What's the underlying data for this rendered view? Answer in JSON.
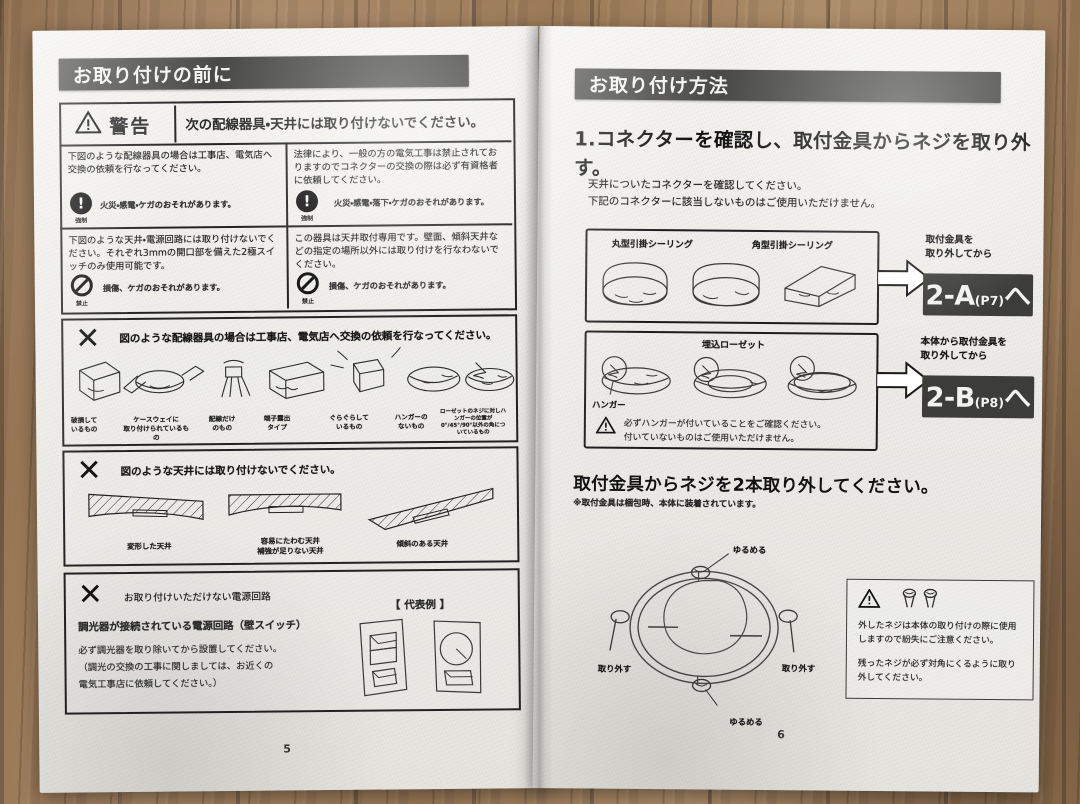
{
  "scene": {
    "background": "wood-desk",
    "wood_color": "#9d7c59",
    "object": "open-instruction-manual-booklet"
  },
  "left_page": {
    "page_number": "5",
    "banner": "お取り付けの前に",
    "warning_row": {
      "icon": "warning-triangle-icon",
      "label": "警告",
      "text": "次の配線器具・天井には取り付けないでください。"
    },
    "warning_cells": [
      {
        "text": "下図のような配線器具の場合は工事店、電気店へ交換の依頼を行なってください。",
        "icon": "mandatory-exclamation-icon",
        "icon_caption": "強制",
        "hazard": "火災・感電・ケガのおそれがあります。"
      },
      {
        "text": "法律により、一般の方の電気工事は禁止されておりますのでコネクターの交換の際は必ず有資格者に依頼してください。",
        "icon": "mandatory-exclamation-icon",
        "icon_caption": "強制",
        "hazard": "火災・感電・落下・ケガのおそれがあります。"
      },
      {
        "text": "下図のような天井・電源回路には取り付けないでください。それぞれ3mmの開口部を備えた2極スイッチのみ使用可能です。",
        "icon": "prohibition-icon",
        "icon_caption": "禁止",
        "hazard": "損傷、ケガのおそれがあります。"
      },
      {
        "text": "この器具は天井取付専用です。壁面、傾斜天井などの指定の場所以外には取り付けを行なわないでください。",
        "icon": "prohibition-icon",
        "icon_caption": "禁止",
        "hazard": "損傷、ケガのおそれがあります。"
      }
    ],
    "wiring_section": {
      "x_mark": "x-mark-icon",
      "heading": "図のような配線器具の場合は工事店、電気店へ交換の依頼を行なってください。",
      "items": [
        {
          "illustration": "broken-square-ceiling-rosette",
          "caption": "破損して\nいるもの"
        },
        {
          "illustration": "caseway-mounted-rosette",
          "caption": "ケースウェイに\n取り付けられているもの"
        },
        {
          "illustration": "bare-wire-only",
          "caption": "配線だけ\nのもの"
        },
        {
          "illustration": "exposed-terminal-type",
          "caption": "端子露出\nタイプ"
        },
        {
          "illustration": "loose-wobbling-rosette",
          "caption": "ぐらぐらして\nいるもの"
        },
        {
          "illustration": "rosette-without-hanger",
          "caption": "ハンガーの\nないもの"
        },
        {
          "illustration": "rosette-hanger-angle-wrong",
          "caption": "ローゼットのネジに対しハンガーの位置が0°/45°/90°以外の角についているもの"
        }
      ]
    },
    "ceiling_section": {
      "x_mark": "x-mark-icon",
      "heading": "図のような天井には取り付けないでください。",
      "items": [
        {
          "illustration": "deformed-ceiling",
          "caption": "変形した天井"
        },
        {
          "illustration": "sagging-ceiling",
          "caption": "容易にたわむ天井\n補強が足りない天井"
        },
        {
          "illustration": "sloped-ceiling",
          "caption": "傾斜のある天井"
        }
      ]
    },
    "circuit_section": {
      "x_mark": "x-mark-icon",
      "heading": "お取り付けいただけない電源回路",
      "subheading": "調光器が接続されている電源回路（壁スイッチ）",
      "body": "必ず調光器を取り除いてから設置してください。\n（調光の交換の工事に関しましては、お近くの\n電気工事店に依頼してください。）",
      "example_label": "【 代表例 】",
      "examples": [
        {
          "illustration": "wall-dimmer-slide-switch"
        },
        {
          "illustration": "wall-dimmer-rotary-switch"
        }
      ]
    }
  },
  "right_page": {
    "page_number": "6",
    "banner": "お取り付け方法",
    "step_title": "1.コネクターを確認し、取付金具からネジを取り外す。",
    "lead": "天井についたコネクターを確認してください。\n下記のコネクターに該当しないものはご使用いただけません。",
    "connector_group_a": {
      "items": [
        {
          "illustration": "round-hooking-ceiling-rosette",
          "label": "丸型引掛シーリング"
        },
        {
          "illustration": "round-hooking-ceiling-rosette-2",
          "label": ""
        },
        {
          "illustration": "square-hooking-ceiling-rosette",
          "label": "角型引掛シーリング"
        }
      ],
      "arrow": "right-arrow-icon",
      "goto_note": "取付金具を\n取り外してから",
      "goto_main": "2-A",
      "goto_page": "(P7)",
      "goto_suffix": "へ"
    },
    "connector_group_b": {
      "title": "埋込ローゼット",
      "hanger_label": "ハンガー",
      "items": [
        {
          "illustration": "embedded-rosette-1"
        },
        {
          "illustration": "embedded-rosette-2"
        },
        {
          "illustration": "embedded-rosette-3"
        }
      ],
      "caution_icon": "warning-triangle-icon",
      "caution": "必ずハンガーが付いていることをご確認ください。\n付いていないものはご使用いただけません。",
      "arrow": "right-arrow-icon",
      "goto_note": "本体から取付金具を\n取り外してから",
      "goto_main": "2-B",
      "goto_page": "(P8)",
      "goto_suffix": "へ"
    },
    "screw_section": {
      "heading": "取付金具からネジを2本取り外してください。",
      "note": "※取付金具は梱包時、本体に装着されています。",
      "diagram": "mounting-bracket-ring-diagram",
      "labels": {
        "top": "ゆるめる",
        "bottom": "ゆるめる",
        "left": "取り外す",
        "right": "取り外す"
      }
    },
    "screw_note": {
      "warning_icon": "warning-triangle-icon",
      "screw_icon": "screw-icon",
      "paragraph1": "外したネジは本体の取り付けの際に使用しますので紛失にご注意ください。",
      "paragraph2": "残ったネジが必ず対角にくるように取り外してください。"
    }
  }
}
